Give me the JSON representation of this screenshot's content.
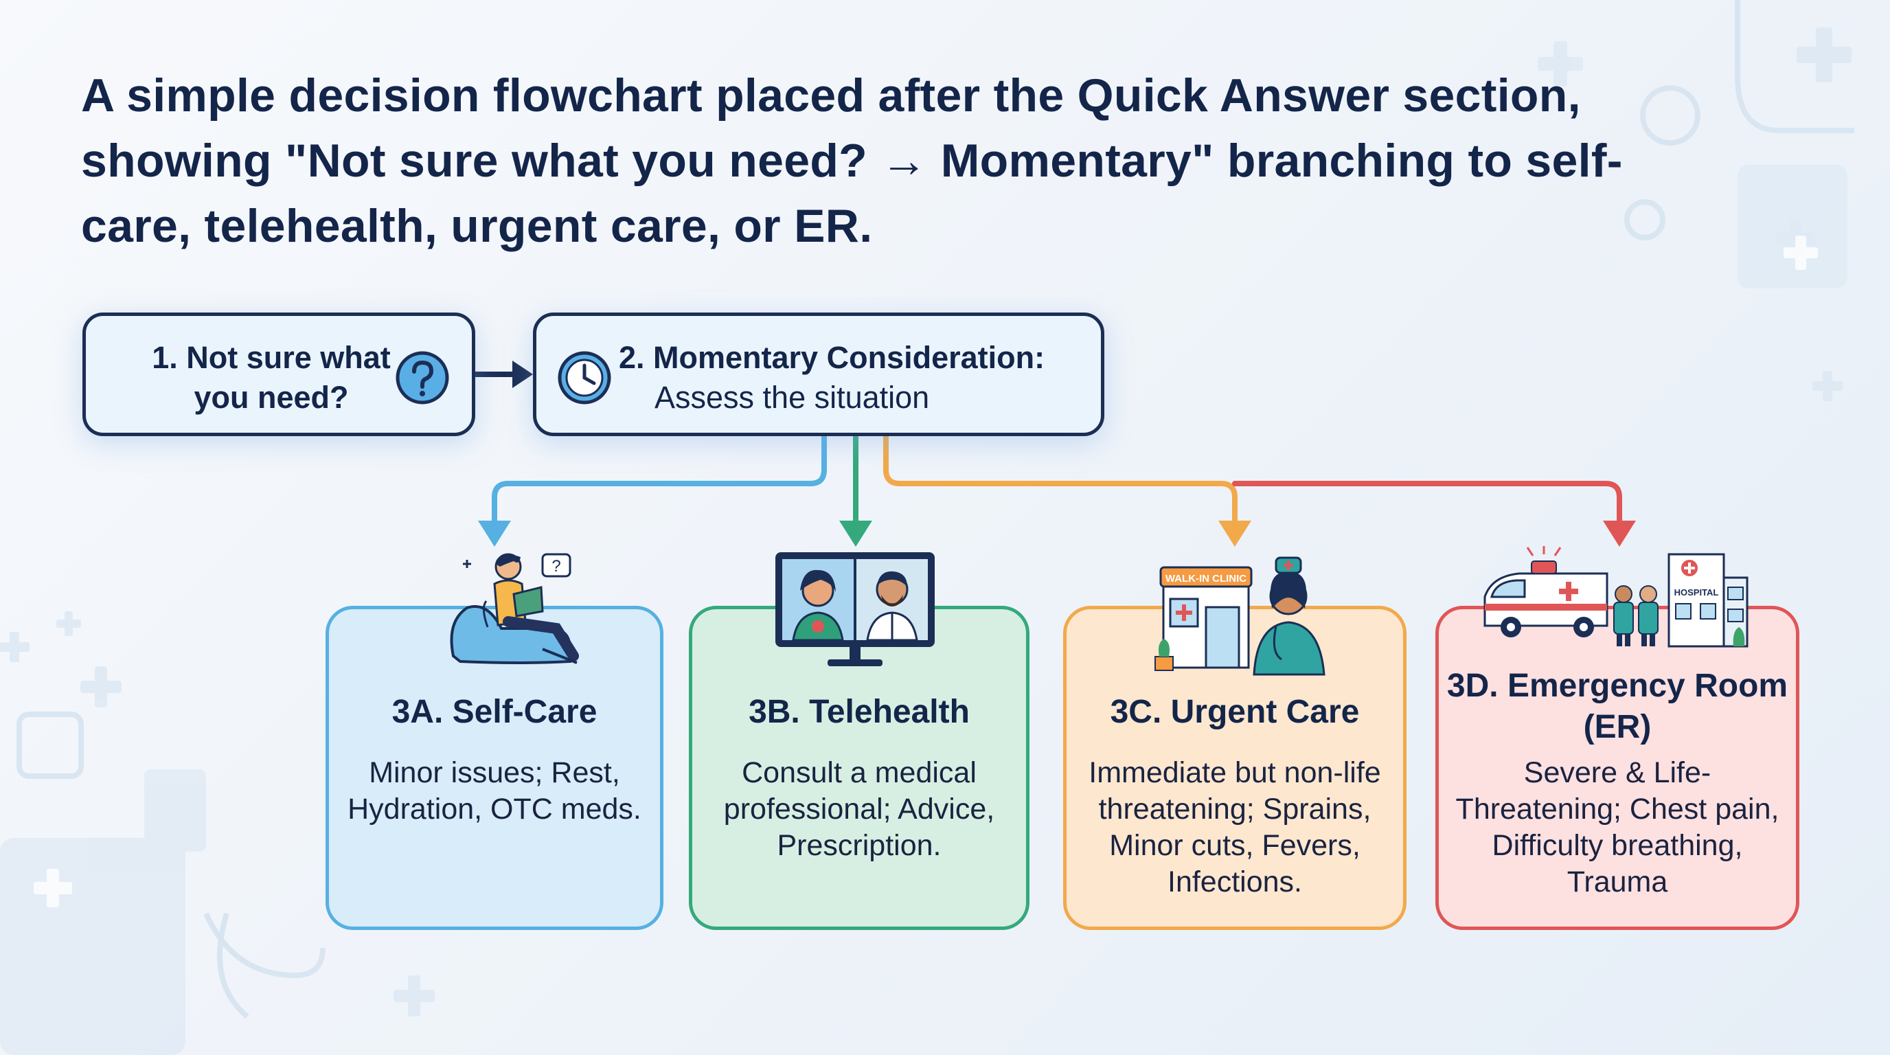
{
  "title": "A simple decision flowchart placed after the Quick Answer section, showing \"Not sure what you need? → Momentary\" branching to self-care, telehealth, urgent care, or ER.",
  "step1": {
    "label": "1. Not sure what you need?",
    "icon": "question-icon"
  },
  "step2": {
    "title": "2. Momentary Consideration:",
    "subtitle": "Assess the situation",
    "icon": "clock-icon"
  },
  "options": [
    {
      "id": "a",
      "title": "3A. Self-Care",
      "description": "Minor issues; Rest, Hydration, OTC meds.",
      "color": "#56b0e2",
      "fill": "#d8ecfa"
    },
    {
      "id": "b",
      "title": "3B. Telehealth",
      "description": "Consult a medical professional; Advice, Prescription.",
      "color": "#35a97c",
      "fill": "#d6efe2"
    },
    {
      "id": "c",
      "title": "3C. Urgent Care",
      "description": "Immediate but non-life threatening; Sprains, Minor cuts, Fevers, Infections.",
      "color": "#f2a94a",
      "fill": "#fde7cf"
    },
    {
      "id": "d",
      "title": "3D. Emergency Room (ER)",
      "description": "Severe & Life-Threatening; Chest pain, Difficulty breathing, Trauma",
      "color": "#e05656",
      "fill": "#fde0e0"
    }
  ],
  "illustrations": {
    "clinic_sign": "WALK-IN CLINIC",
    "hospital_sign": "HOSPITAL"
  },
  "colors": {
    "ink": "#14254a",
    "box_border": "#1b2e55",
    "box_fill": "#eaf4fc"
  }
}
